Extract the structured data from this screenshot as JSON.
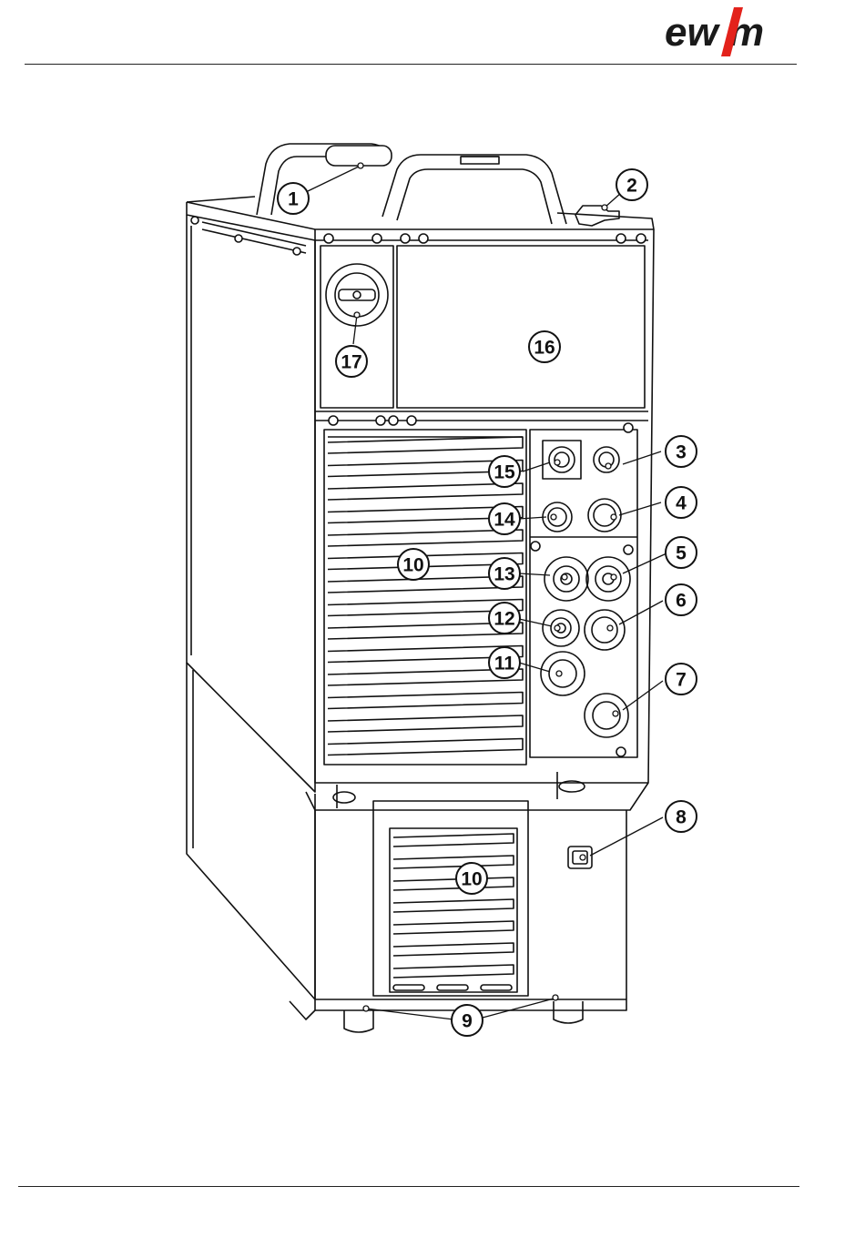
{
  "brand": {
    "name": "ewm",
    "letters": [
      "ew",
      "m"
    ],
    "accent_color": "#e3221b",
    "text_color": "#1a1a1a"
  },
  "figure": {
    "callouts": [
      {
        "id": "1",
        "label": "1"
      },
      {
        "id": "2",
        "label": "2"
      },
      {
        "id": "3",
        "label": "3"
      },
      {
        "id": "4",
        "label": "4"
      },
      {
        "id": "5",
        "label": "5"
      },
      {
        "id": "6",
        "label": "6"
      },
      {
        "id": "7",
        "label": "7"
      },
      {
        "id": "8",
        "label": "8"
      },
      {
        "id": "9",
        "label": "9"
      },
      {
        "id": "10a",
        "label": "10"
      },
      {
        "id": "10b",
        "label": "10"
      },
      {
        "id": "11",
        "label": "11"
      },
      {
        "id": "12",
        "label": "12"
      },
      {
        "id": "13",
        "label": "13"
      },
      {
        "id": "14",
        "label": "14"
      },
      {
        "id": "15",
        "label": "15"
      },
      {
        "id": "16",
        "label": "16"
      },
      {
        "id": "17",
        "label": "17"
      }
    ]
  }
}
